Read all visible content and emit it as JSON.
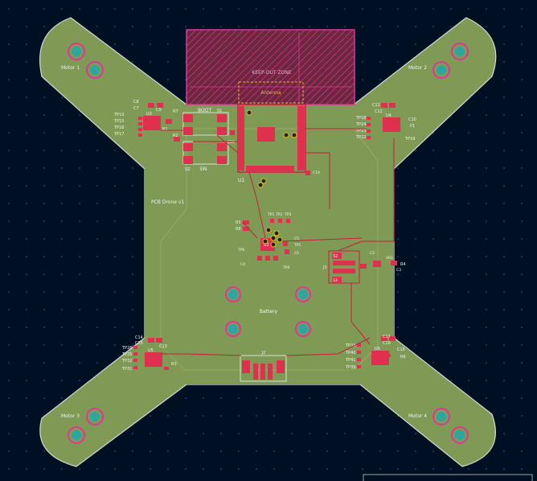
{
  "board": {
    "title": "PCB Drone v1",
    "battery_label": "Battery",
    "keepout_label": "KEEP-OUT ZONE",
    "antenna_label": "Antenna",
    "connector_label": "J2",
    "switch_label": "J1",
    "mcu_label": "U1",
    "imu_label": "U2",
    "boot_label": "BOOT",
    "en_label": "EN",
    "sz_label": "SZ",
    "s1_label": "S1",
    "s2_label": "S2",
    "motors": [
      "Motor 1",
      "Motor 2",
      "Motor 3",
      "Motor 4"
    ],
    "drivers": [
      "U3",
      "U4",
      "U5",
      "U6"
    ],
    "caps_tl": [
      "C8",
      "C7",
      "C9"
    ],
    "tps_tl": [
      "TP10",
      "TP15",
      "TP16",
      "TP17"
    ],
    "tps_tr": [
      "TP18",
      "TP24",
      "TP23",
      "TP22",
      "TP19"
    ],
    "caps_tr": [
      "C11",
      "C12",
      "C10",
      "P1"
    ],
    "tps_bl": [
      "TP26",
      "TP25",
      "TP32",
      "TP31"
    ],
    "caps_bl": [
      "C14",
      "C15",
      "C13",
      "R3"
    ],
    "tps_br": [
      "TP34",
      "TP40",
      "TP41",
      "TP39"
    ],
    "caps_br": [
      "C17",
      "C18",
      "C16",
      "R6"
    ],
    "resistors": [
      "R7",
      "R2",
      "R1",
      "R5",
      "R8",
      "R4"
    ],
    "misc": [
      "TP1",
      "TP2",
      "TP3",
      "TP5",
      "TP6",
      "TP4",
      "C4",
      "C5",
      "C6",
      "C2",
      "C3",
      "C19",
      "C20",
      "VR1",
      "S3"
    ]
  },
  "colors": {
    "background": "#001023",
    "board": "#7f9a55",
    "copper": "#c81e3c",
    "pad": "#e0304f",
    "silk": "#f2f2f2",
    "keepout": "#e0359a",
    "antenna": "#e0c020",
    "hole": "#2aa7a0",
    "outline": "#d8d8d8"
  }
}
